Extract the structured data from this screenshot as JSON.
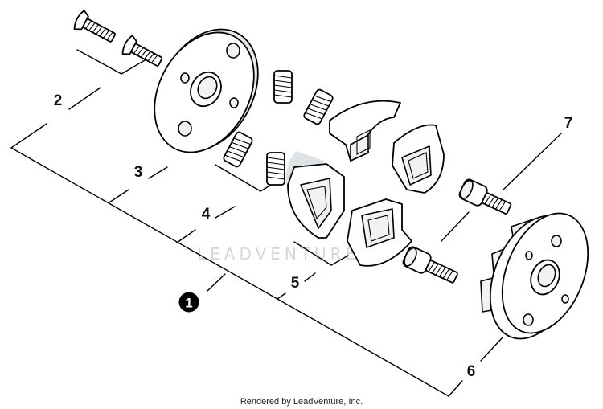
{
  "callouts": {
    "c1": "1",
    "c2": "2",
    "c3": "3",
    "c4": "4",
    "c5": "5",
    "c6": "6",
    "c7": "7"
  },
  "watermark": "LEADVENTURE",
  "footer": "Rendered by LeadVenture, Inc.",
  "colors": {
    "line": "#000000",
    "callout_badge": "#000000",
    "watermark": "#cfd2d6"
  }
}
